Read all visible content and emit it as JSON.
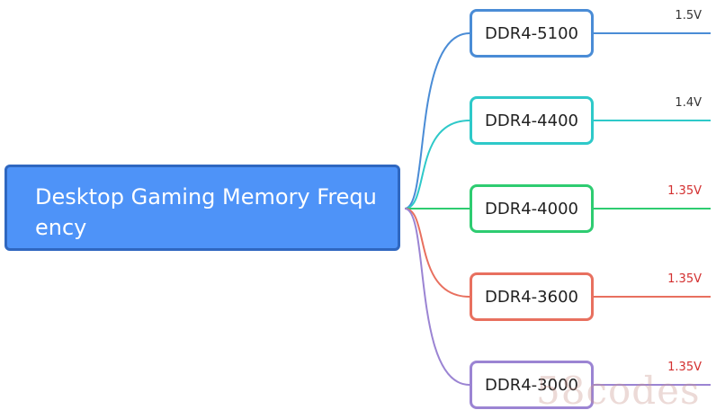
{
  "root": {
    "label": "Desktop Gaming Memory Frequency",
    "color": "#4e93f8"
  },
  "branches": [
    {
      "label": "DDR4-5100",
      "voltage": "1.5V",
      "color": "#4a8cd6",
      "voltage_color": "#333333"
    },
    {
      "label": "DDR4-4400",
      "voltage": "1.4V",
      "color": "#2ec9c9",
      "voltage_color": "#333333"
    },
    {
      "label": "DDR4-4000",
      "voltage": "1.35V",
      "color": "#2ecc71",
      "voltage_color": "#d32f2f"
    },
    {
      "label": "DDR4-3600",
      "voltage": "1.35V",
      "color": "#e8705f",
      "voltage_color": "#d32f2f"
    },
    {
      "label": "DDR4-3000",
      "voltage": "1.35V",
      "color": "#9b84d3",
      "voltage_color": "#d32f2f"
    }
  ],
  "watermark": "58codes"
}
